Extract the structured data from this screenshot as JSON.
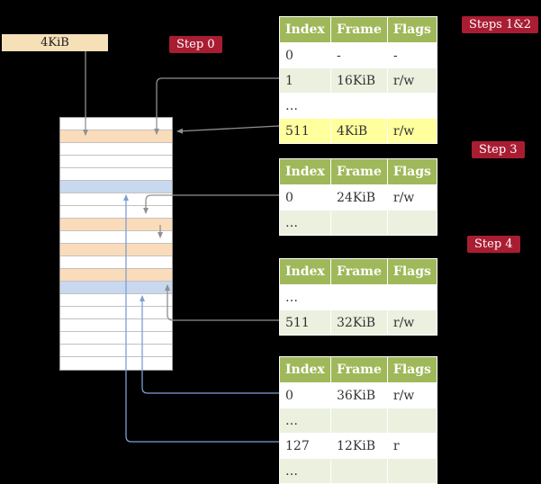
{
  "colors": {
    "background": "#000000",
    "badge": "#a91d33",
    "table_header": "#9fb859",
    "row_green": "#ebf1de",
    "row_highlight": "#ffff9e",
    "memory_page_table_row": "#fadcbb",
    "memory_mapped_page_row": "#c8d8ee",
    "frame_box": "#f5e0b8",
    "arrow_gray": "#909090",
    "arrow_blue": "#7f9fd1"
  },
  "labels": {
    "frame_box": "4KiB"
  },
  "badges": {
    "step0": "Step 0",
    "steps12": "Steps 1&2",
    "step3": "Step 3",
    "step4": "Step 4"
  },
  "memory": {
    "rows": [
      "white",
      "peach",
      "white",
      "white",
      "white",
      "blue",
      "white",
      "white",
      "peach",
      "white",
      "peach",
      "white",
      "peach",
      "blue",
      "white",
      "white",
      "white",
      "white",
      "white",
      "white"
    ]
  },
  "tables": [
    {
      "headers": [
        "Index",
        "Frame",
        "Flags"
      ],
      "rows": [
        [
          "0",
          "-",
          "-"
        ],
        [
          "1",
          "16KiB",
          "r/w"
        ],
        [
          "…",
          "",
          ""
        ],
        [
          "511",
          "4KiB",
          "r/w"
        ]
      ]
    },
    {
      "headers": [
        "Index",
        "Frame",
        "Flags"
      ],
      "rows": [
        [
          "0",
          "24KiB",
          "r/w"
        ],
        [
          "…",
          "",
          ""
        ]
      ]
    },
    {
      "headers": [
        "Index",
        "Frame",
        "Flags"
      ],
      "rows": [
        [
          "…",
          "",
          ""
        ],
        [
          "511",
          "32KiB",
          "r/w"
        ]
      ]
    },
    {
      "headers": [
        "Index",
        "Frame",
        "Flags"
      ],
      "rows": [
        [
          "0",
          "36KiB",
          "r/w"
        ],
        [
          "…",
          "",
          ""
        ],
        [
          "127",
          "12KiB",
          "r"
        ],
        [
          "…",
          "",
          ""
        ]
      ]
    }
  ]
}
